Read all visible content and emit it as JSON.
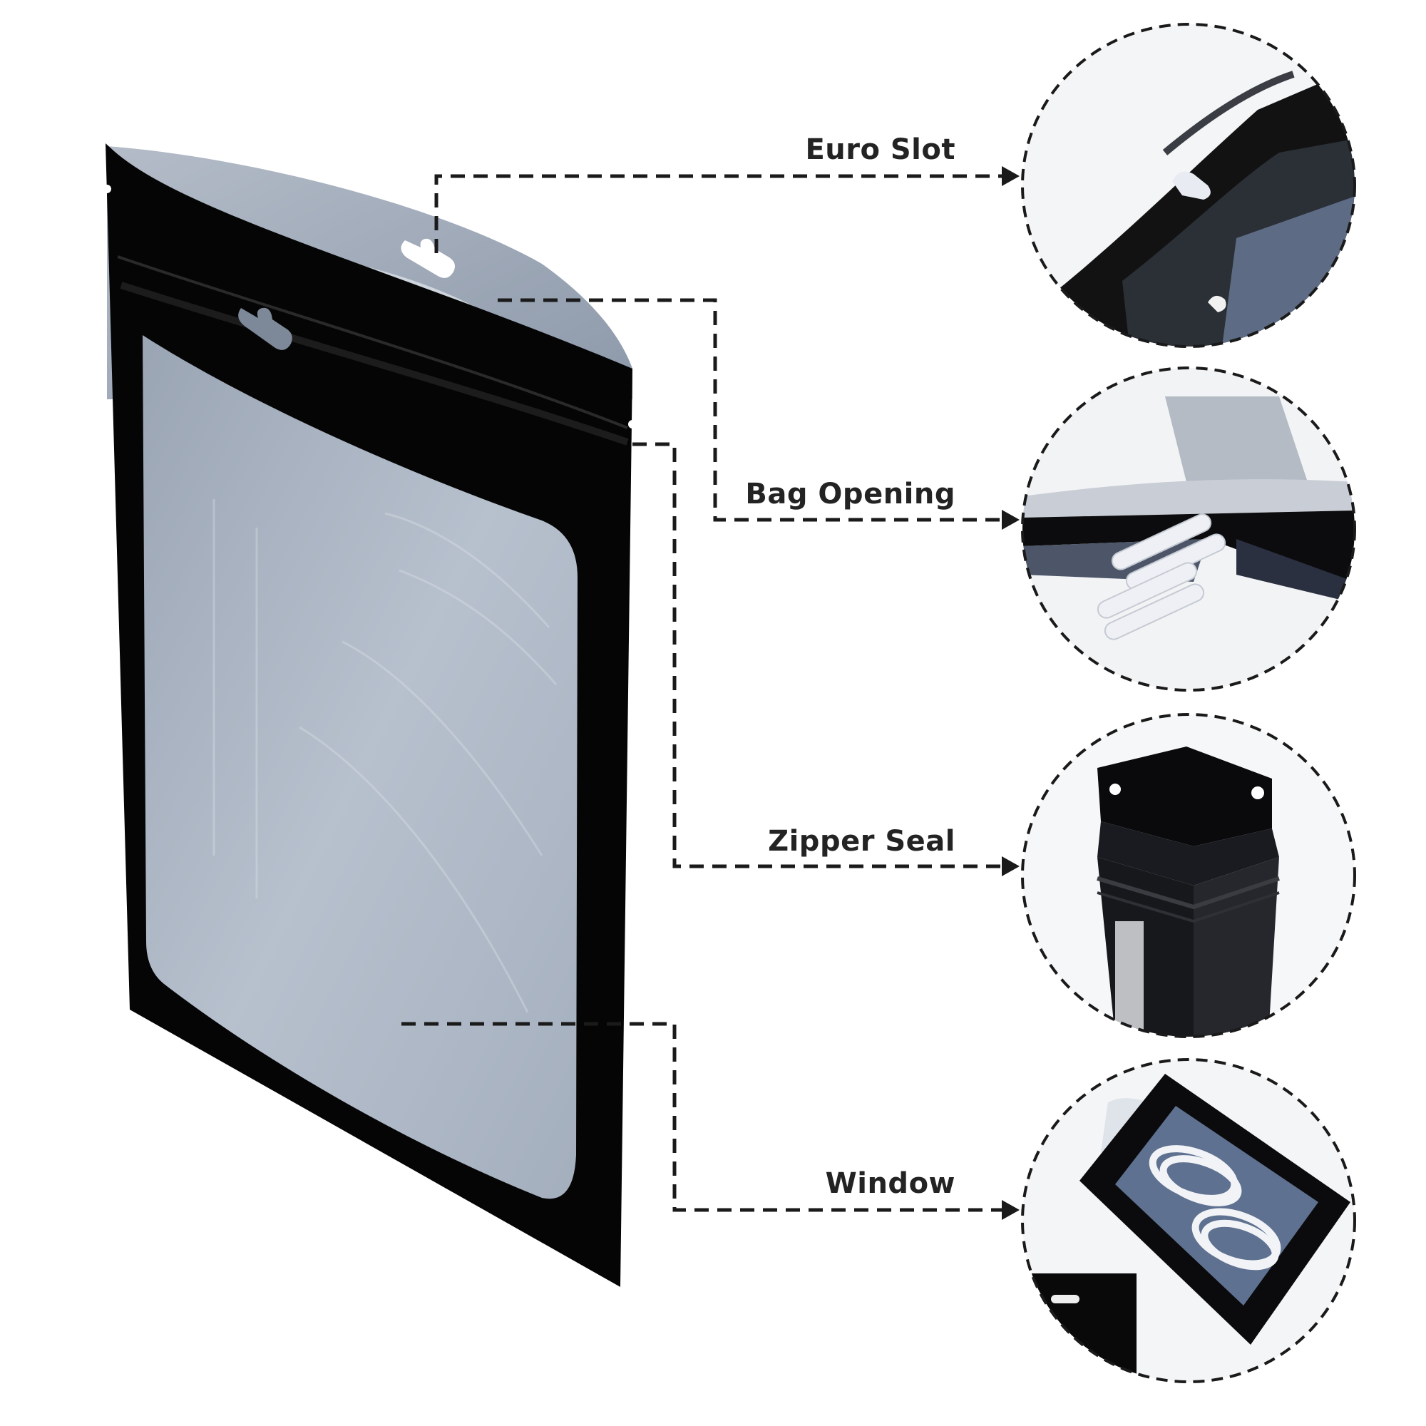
{
  "product": {
    "name": "Black mylar zip-lock bag with clear window",
    "colors": {
      "bag_black": "#050505",
      "window_tint": "#8f9bab",
      "window_light": "#b9c2cf",
      "label_text": "#232323",
      "leader_line": "#1a1a1a",
      "background": "#ffffff"
    }
  },
  "callouts": [
    {
      "id": "euro-slot",
      "label": "Euro Slot"
    },
    {
      "id": "bag-opening",
      "label": "Bag Opening"
    },
    {
      "id": "zipper-seal",
      "label": "Zipper Seal"
    },
    {
      "id": "window",
      "label": "Window"
    }
  ]
}
